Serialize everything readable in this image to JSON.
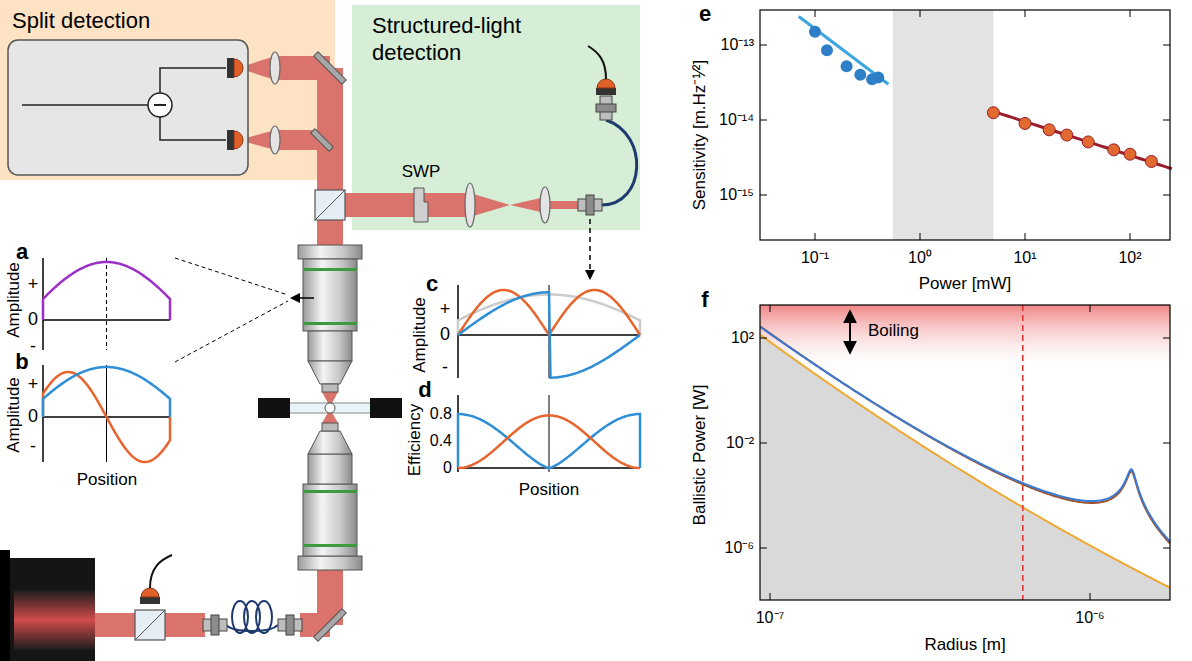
{
  "diagram": {
    "nodes": [
      {
        "text": [
          "Split detection"
        ]
      },
      {
        "text": [
          "Structured-light detection"
        ]
      }
    ],
    "labels": [
      "a",
      "Amplitude",
      "+",
      "0",
      "-",
      "b",
      "Amplitude",
      "+",
      "0",
      "-",
      "Position",
      "SWP",
      "c",
      "Amplitude",
      "+",
      "0",
      "-",
      "d",
      "Efficiency",
      "0.8",
      "0.4",
      "0",
      "Position",
      "e",
      "Sensitivity [m.Hz⁻¹⁄²]",
      "10⁻¹³",
      "10⁻¹⁴",
      "10⁻¹⁵",
      "10⁻¹",
      "10⁰",
      "10¹",
      "10²",
      "Power [mW]",
      "f",
      "Ballistic Power [W]",
      "10²",
      "10⁻²",
      "10⁻⁶",
      "10⁻⁷",
      "10⁻⁶",
      "Radius [m]",
      "Boiling"
    ]
  }
}
